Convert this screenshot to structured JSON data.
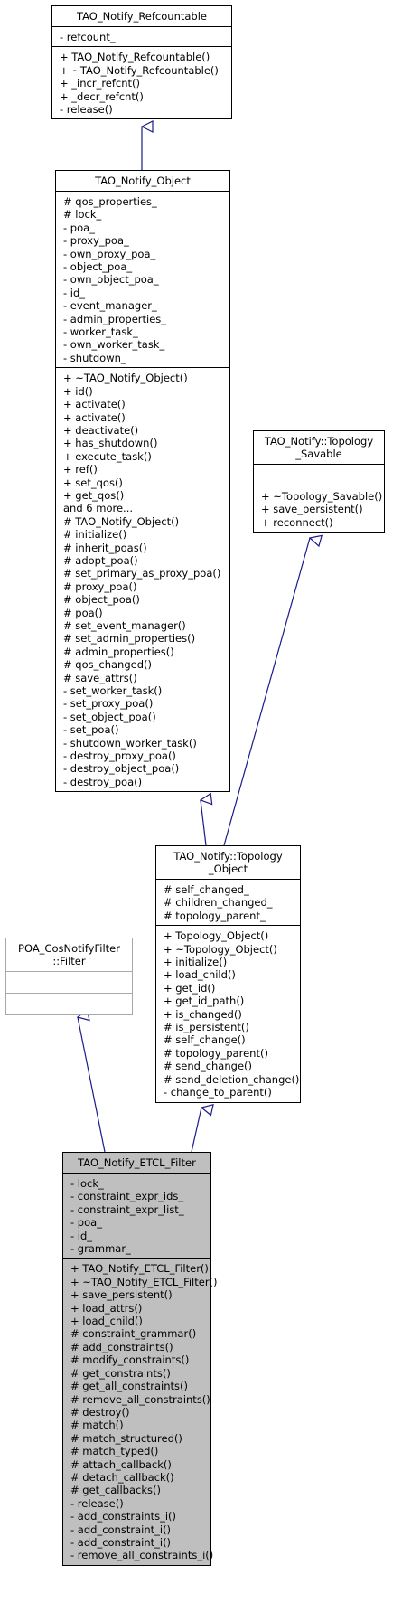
{
  "classes": {
    "refcountable": {
      "title": [
        "TAO_Notify_Refcountable"
      ],
      "attributes": [
        "- refcount_"
      ],
      "methods": [
        "+ TAO_Notify_Refcountable()",
        "+ ~TAO_Notify_Refcountable()",
        "+ _incr_refcnt()",
        "+ _decr_refcnt()",
        "- release()"
      ]
    },
    "object": {
      "title": [
        "TAO_Notify_Object"
      ],
      "attributes": [
        "# qos_properties_",
        "# lock_",
        "- poa_",
        "- proxy_poa_",
        "- own_proxy_poa_",
        "- object_poa_",
        "- own_object_poa_",
        "- id_",
        "- event_manager_",
        "- admin_properties_",
        "- worker_task_",
        "- own_worker_task_",
        "- shutdown_"
      ],
      "methods": [
        "+ ~TAO_Notify_Object()",
        "+ id()",
        "+ activate()",
        "+ activate()",
        "+ deactivate()",
        "+ has_shutdown()",
        "+ execute_task()",
        "+ ref()",
        "+ set_qos()",
        "+ get_qos()",
        "and 6 more...",
        "# TAO_Notify_Object()",
        "# initialize()",
        "# inherit_poas()",
        "# adopt_poa()",
        "# set_primary_as_proxy_poa()",
        "# proxy_poa()",
        "# object_poa()",
        "# poa()",
        "# set_event_manager()",
        "# set_admin_properties()",
        "# admin_properties()",
        "# qos_changed()",
        "# save_attrs()",
        "- set_worker_task()",
        "- set_proxy_poa()",
        "- set_object_poa()",
        "- set_poa()",
        "- shutdown_worker_task()",
        "- destroy_proxy_poa()",
        "- destroy_object_poa()",
        "- destroy_poa()"
      ]
    },
    "savable": {
      "title": [
        "TAO_Notify::Topology",
        "_Savable"
      ],
      "attributes": [],
      "methods": [
        "+ ~Topology_Savable()",
        "+ save_persistent()",
        "+ reconnect()"
      ]
    },
    "topology_object": {
      "title": [
        "TAO_Notify::Topology",
        "_Object"
      ],
      "attributes": [
        "# self_changed_",
        "# children_changed_",
        "# topology_parent_"
      ],
      "methods": [
        "+ Topology_Object()",
        "+ ~Topology_Object()",
        "+ initialize()",
        "+ load_child()",
        "+ get_id()",
        "+ get_id_path()",
        "+ is_changed()",
        "# is_persistent()",
        "# self_change()",
        "# topology_parent()",
        "# send_change()",
        "# send_deletion_change()",
        "- change_to_parent()"
      ]
    },
    "poa_filter": {
      "title": [
        "POA_CosNotifyFilter",
        "::Filter"
      ],
      "attributes": [],
      "methods": []
    },
    "etcl_filter": {
      "title": [
        "TAO_Notify_ETCL_Filter"
      ],
      "attributes": [
        "- lock_",
        "- constraint_expr_ids_",
        "- constraint_expr_list_",
        "- poa_",
        "- id_",
        "- grammar_"
      ],
      "methods": [
        "+ TAO_Notify_ETCL_Filter()",
        "+ ~TAO_Notify_ETCL_Filter()",
        "+ save_persistent()",
        "+ load_attrs()",
        "+ load_child()",
        "# constraint_grammar()",
        "# add_constraints()",
        "# modify_constraints()",
        "# get_constraints()",
        "# get_all_constraints()",
        "# remove_all_constraints()",
        "# destroy()",
        "# match()",
        "# match_structured()",
        "# match_typed()",
        "# attach_callback()",
        "# detach_callback()",
        "# get_callbacks()",
        "- release()",
        "- add_constraints_i()",
        "- add_constraint_i()",
        "- add_constraint_i()",
        "- remove_all_constraints_i()"
      ]
    }
  },
  "colors": {
    "edge": "#1a1a8c",
    "focus_fill": "#bfbfbf",
    "external_border": "#a8a8a8"
  }
}
